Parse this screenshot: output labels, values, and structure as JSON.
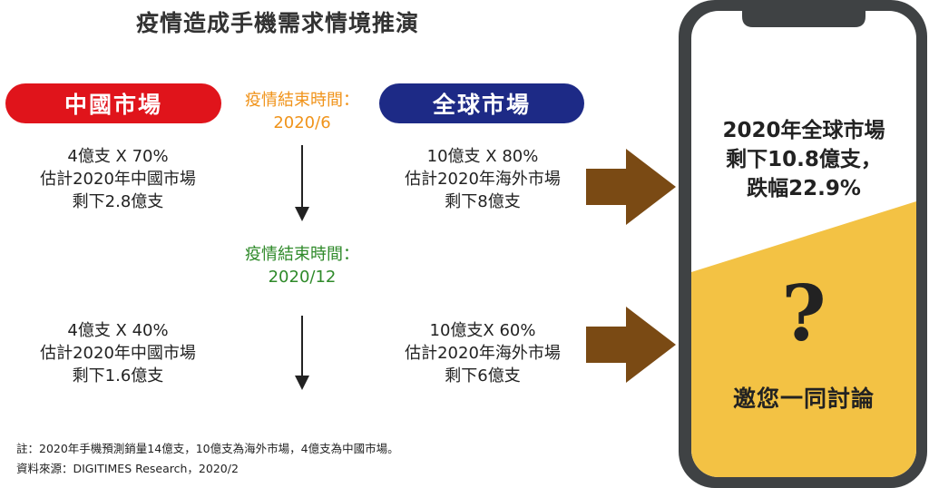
{
  "title": "疫情造成手機需求情境推演",
  "markets": {
    "china": "中國市場",
    "global": "全球市場"
  },
  "scenario1": {
    "date_label": "疫情結束時間：",
    "date_value": "2020/6",
    "china_lines": [
      "4億支 X 70%",
      "估計2020年中國市場",
      "剩下2.8億支"
    ],
    "global_lines": [
      "10億支 X 80%",
      "估計2020年海外市場",
      "剩下8億支"
    ]
  },
  "scenario2": {
    "date_label": "疫情結束時間：",
    "date_value": "2020/12",
    "china_lines": [
      "4億支 X 40%",
      "估計2020年中國市場",
      "剩下1.6億支"
    ],
    "global_lines": [
      "10億支X 60%",
      "估計2020年海外市場",
      "剩下6億支"
    ]
  },
  "phone": {
    "result_lines": [
      "2020年全球市場",
      "剩下10.8億支，",
      "跌幅22.9%"
    ],
    "question_mark": "?",
    "invite": "邀您一同討論"
  },
  "notes": {
    "footnote": "註：2020年手機預測銷量14億支，10億支為海外市場，4億支為中國市場。",
    "source": "資料來源：DIGITIMES Research，2020/2"
  },
  "colors": {
    "china_red": "#e0141b",
    "global_blue": "#1d2a86",
    "date1_orange": "#f0931a",
    "date2_green": "#2f8a2a",
    "arrow_brown": "#7a4a14",
    "phone_frame": "#3f4244",
    "phone_yellow": "#f3c244"
  }
}
